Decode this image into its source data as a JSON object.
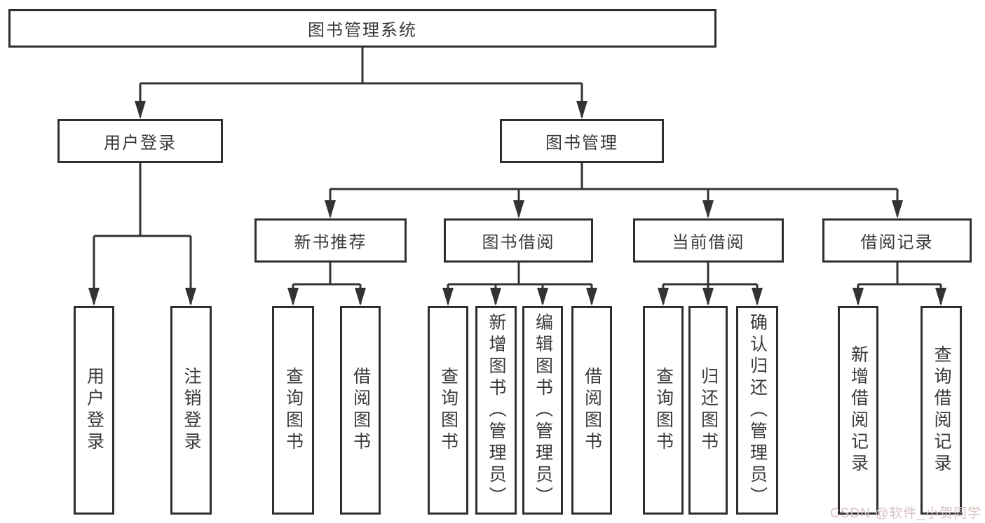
{
  "diagram": {
    "root": {
      "label": "图书管理系统"
    },
    "branches": [
      {
        "label": "用户登录",
        "children": [
          {
            "label": "用户登录"
          },
          {
            "label": "注销登录"
          }
        ]
      },
      {
        "label": "图书管理",
        "children": [
          {
            "label": "新书推荐",
            "children": [
              {
                "label": "查询图书"
              },
              {
                "label": "借阅图书"
              }
            ]
          },
          {
            "label": "图书借阅",
            "children": [
              {
                "label": "查询图书"
              },
              {
                "label": "新增图书（管理员）"
              },
              {
                "label": "编辑图书（管理员）"
              },
              {
                "label": "借阅图书"
              }
            ]
          },
          {
            "label": "当前借阅",
            "children": [
              {
                "label": "查询图书"
              },
              {
                "label": "归还图书"
              },
              {
                "label": "确认归还（管理员）"
              }
            ]
          },
          {
            "label": "借阅记录",
            "children": [
              {
                "label": "新增借阅记录"
              },
              {
                "label": "查询借阅记录"
              }
            ]
          }
        ]
      }
    ]
  },
  "watermark": {
    "text": "CSDN @软件_小贺同学"
  },
  "colors": {
    "line": "#333333",
    "border": "#2f2f2f",
    "text": "#3a3a3a",
    "bg": "#ffffff",
    "watermark": "#d9c1c1"
  }
}
